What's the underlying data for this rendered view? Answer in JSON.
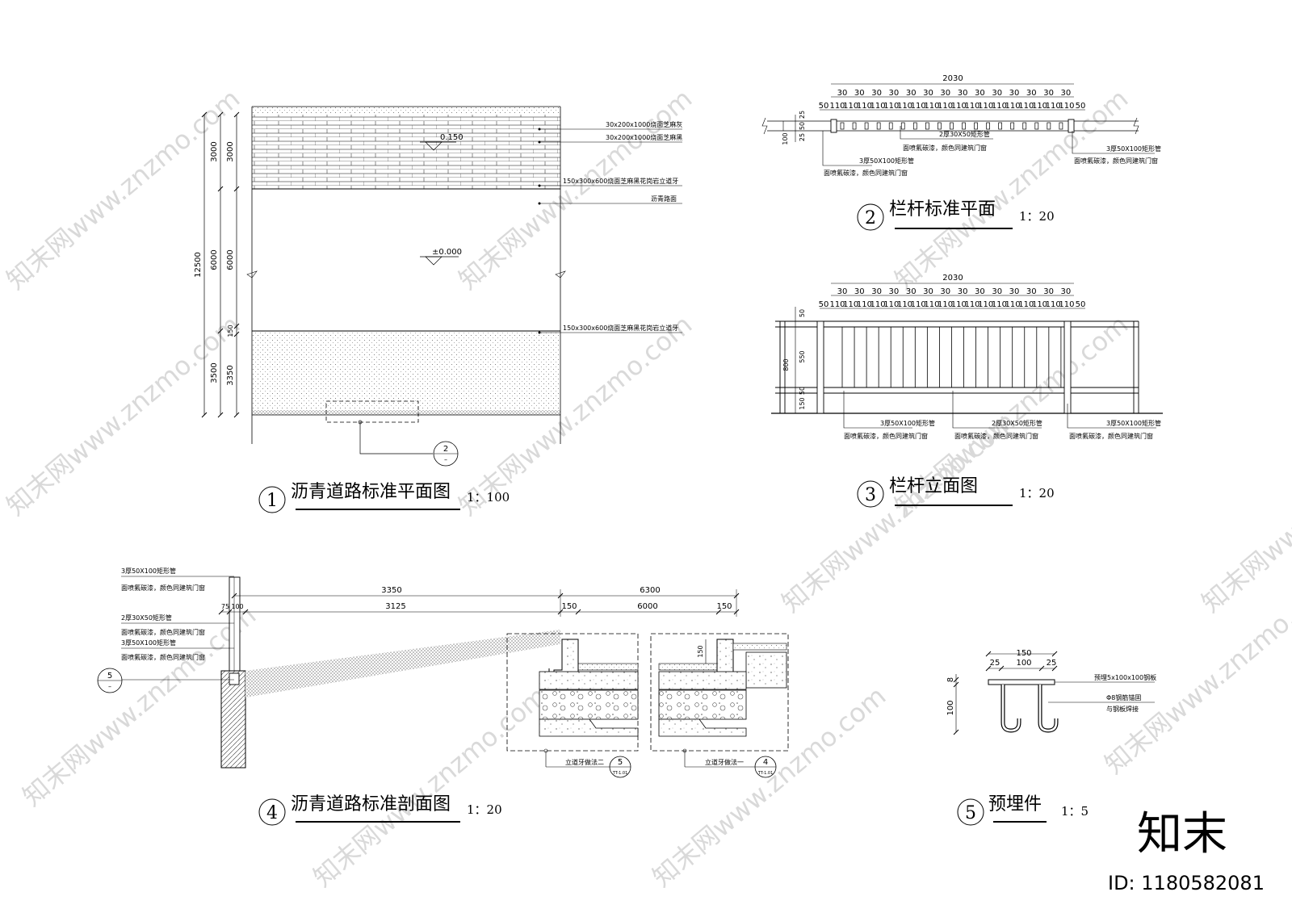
{
  "drawings": {
    "d1": {
      "number": "1",
      "title": "沥青道路标准平面图",
      "scale": "1：100",
      "dims_outer": [
        "12500"
      ],
      "dims_mid": [
        "3000",
        "6000",
        "3500"
      ],
      "dims_inner": [
        "3000",
        "6000",
        "150",
        "3350"
      ],
      "callouts": [
        "30x200x1000烧面芝麻灰",
        "30x200x1000烧面芝麻黑",
        "150x300x600烧面芝麻黑花岗岩立道牙",
        "沥青路面",
        "150x300x600烧面芝麻黑花岗岩立道牙"
      ],
      "elevations": [
        "0.150",
        "±0.000"
      ],
      "detail_ref": {
        "top": "2",
        "bottom": "–"
      }
    },
    "d2": {
      "number": "2",
      "title": "栏杆标准平面",
      "scale": "1：20",
      "overall": "2030",
      "top_row": [
        "30",
        "30",
        "30",
        "30",
        "30",
        "30",
        "30",
        "30",
        "30",
        "30",
        "30",
        "30",
        "30",
        "30"
      ],
      "bottom_row": [
        "50",
        "110",
        "110",
        "110",
        "110",
        "110",
        "110",
        "110",
        "110",
        "110",
        "110",
        "110",
        "110",
        "110",
        "110",
        "110",
        "110",
        "110",
        "110",
        "50"
      ],
      "side_dims": [
        "25",
        "50",
        "100",
        "25"
      ],
      "callouts": [
        {
          "a": "2厚30X50矩形管",
          "b": "面喷氟碳漆，颜色同建筑门窗"
        },
        {
          "a": "3厚50X100矩形管",
          "b": "面喷氟碳漆，颜色同建筑门窗"
        },
        {
          "a": "3厚50X100矩形管",
          "b": "面喷氟碳漆，颜色同建筑门窗"
        }
      ]
    },
    "d3": {
      "number": "3",
      "title": "栏杆立面图",
      "scale": "1：20",
      "overall": "2030",
      "top_row": [
        "30",
        "30",
        "30",
        "30",
        "30",
        "30",
        "30",
        "30",
        "30",
        "30",
        "30",
        "30",
        "30",
        "30"
      ],
      "bottom_row": [
        "50",
        "110",
        "110",
        "110",
        "110",
        "110",
        "110",
        "110",
        "110",
        "110",
        "110",
        "110",
        "110",
        "110",
        "110",
        "110",
        "110",
        "110",
        "110",
        "50"
      ],
      "side_dims": [
        "50",
        "550",
        "150",
        "50",
        "800"
      ],
      "callouts": [
        {
          "a": "3厚50X100矩形管",
          "b": "面喷氟碳漆，颜色同建筑门窗"
        },
        {
          "a": "2厚30X50矩形管",
          "b": "面喷氟碳漆，颜色同建筑门窗"
        },
        {
          "a": "3厚50X100矩形管",
          "b": "面喷氟碳漆，颜色同建筑门窗"
        }
      ]
    },
    "d4": {
      "number": "4",
      "title": "沥青道路标准剖面图",
      "scale": "1：20",
      "dims_top": [
        "3350",
        "6300"
      ],
      "dims_bottom": [
        "75",
        "100",
        "3125",
        "150",
        "6000",
        "150"
      ],
      "curb_height": "150",
      "callouts": [
        {
          "a": "3厚50X100矩形管",
          "b": "面喷氟碳漆，颜色同建筑门窗"
        },
        {
          "a": "2厚30X50矩形管",
          "b": "面喷氟碳漆，颜色同建筑门窗"
        },
        {
          "a": "3厚50X100矩形管",
          "b": "面喷氟碳漆，颜色同建筑门窗"
        }
      ],
      "left_ref": {
        "top": "5",
        "bottom": "–"
      },
      "detail_a": {
        "label": "立道牙做法二",
        "ref": "5",
        "sheet": "TT-1.01"
      },
      "detail_b": {
        "label": "立道牙做法一",
        "ref": "4",
        "sheet": "TT-1.01"
      }
    },
    "d5": {
      "number": "5",
      "title": "预埋件",
      "scale": "1：5",
      "dims_top": [
        "150",
        "25",
        "100",
        "25"
      ],
      "dims_side": [
        "8",
        "100"
      ],
      "callouts": [
        "预埋5x100x100钢板",
        "Φ8钢筋锚固",
        "与钢板焊接"
      ]
    }
  },
  "watermark": {
    "text": "知末网www.znzmo.com",
    "logo": "知末",
    "id": "ID: 1180582081"
  },
  "colors": {
    "line": "#000000",
    "hatch": "#9a9a9a",
    "watermark": "#d9d9d9"
  }
}
